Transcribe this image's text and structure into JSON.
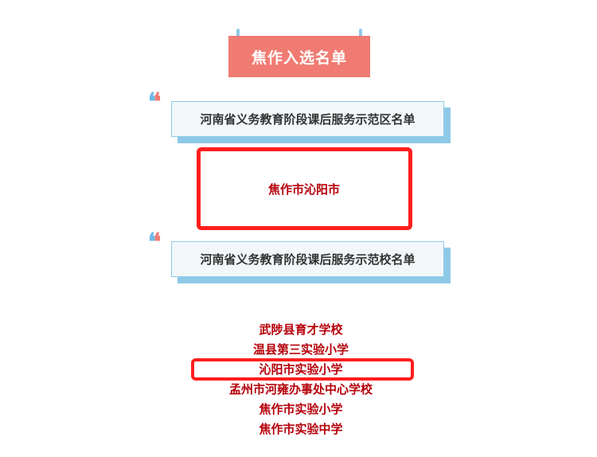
{
  "banner": {
    "title": "焦作入选名单",
    "color": "#f07b72"
  },
  "quote_mark": "“",
  "sections": [
    {
      "header": "河南省义务教育阶段课后服务示范区名单",
      "items": [
        "焦作市沁阳市"
      ],
      "highlighted": [
        "焦作市沁阳市"
      ]
    },
    {
      "header": "河南省义务教育阶段课后服务示范校名单",
      "items": [
        "武陟县育才学校",
        "温县第三实验小学",
        "沁阳市实验小学",
        "孟州市河雍办事处中心学校",
        "焦作市实验小学",
        "焦作市实验中学"
      ],
      "highlighted": [
        "沁阳市实验小学"
      ]
    }
  ],
  "colors": {
    "accent_coral": "#f07b72",
    "accent_blue": "#8ec9e8",
    "text_red": "#b5000a",
    "highlight_border": "#ff1e1e"
  }
}
